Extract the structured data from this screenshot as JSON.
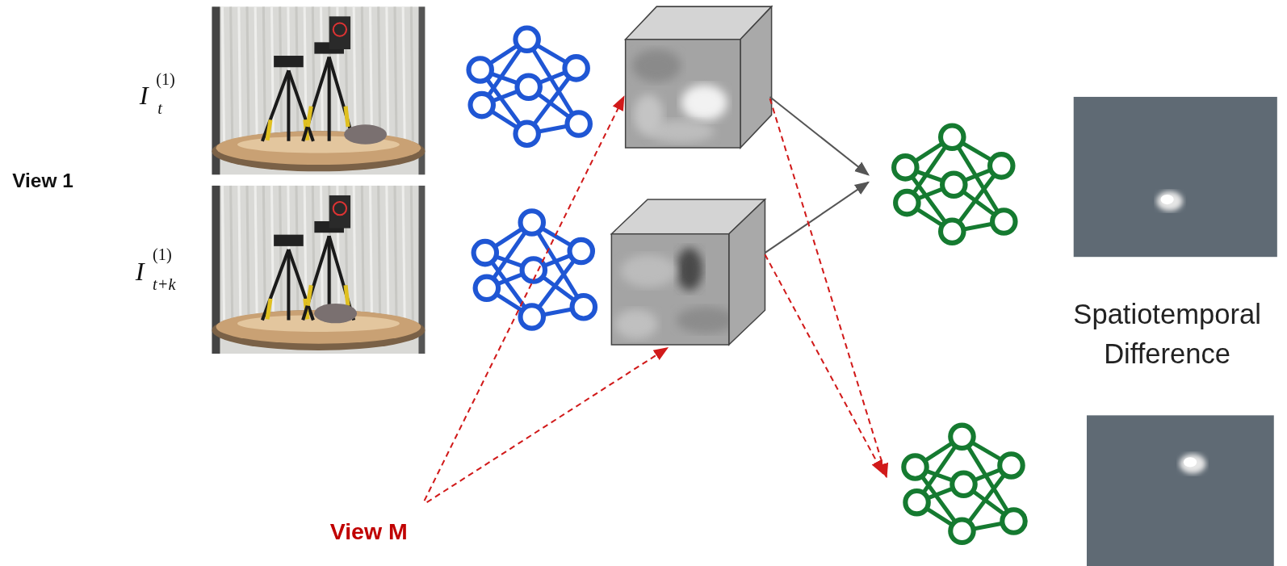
{
  "diagram": {
    "labels": [
      "View 1",
      "I",
      "(1)",
      "t",
      "I",
      "(1)",
      "t+k",
      "Spatiotemporal Difference",
      "View M"
    ]
  }
}
